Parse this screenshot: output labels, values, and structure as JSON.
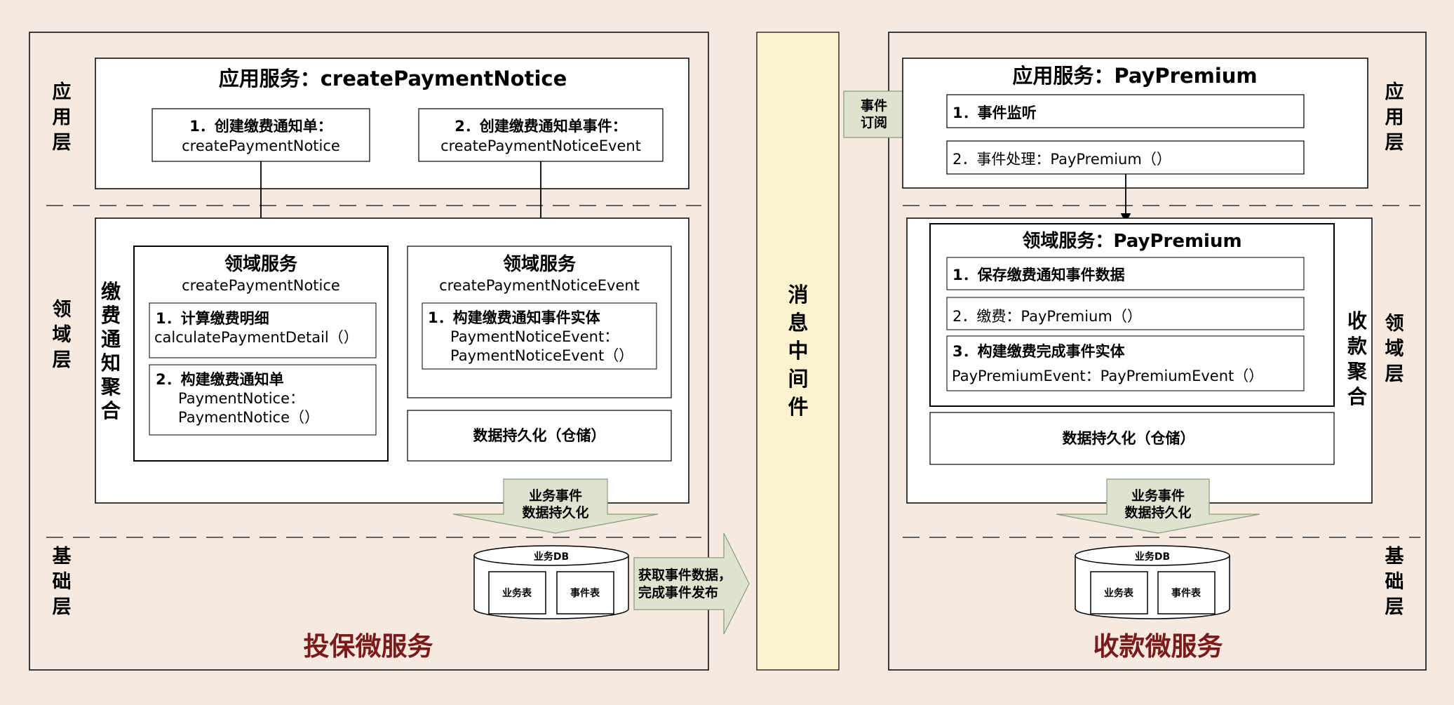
{
  "colors": {
    "background": "#f5e9e0",
    "box_fill": "#ffffff",
    "arrow_fill": "#dde3cf",
    "mq_fill": "#fdf2cf",
    "service_title": "#7b1a1a"
  },
  "layers": {
    "app": "应用层",
    "domain": "领域层",
    "infra": "基础层"
  },
  "message_queue": "消息中间件",
  "left": {
    "service_name": "投保微服务",
    "app_service_title": "应用服务：createPaymentNotice",
    "step1_line1": "1．创建缴费通知单：",
    "step1_line2": "createPaymentNotice",
    "step2_line1": "2．创建缴费通知单事件：",
    "step2_line2": "createPaymentNoticeEvent",
    "aggregate_label": "缴费通知聚合",
    "ds1_title": "领域服务",
    "ds1_sub": "createPaymentNotice",
    "ds1_item1_line1": "1．计算缴费明细",
    "ds1_item1_line2": "calculatePaymentDetail（）",
    "ds1_item2_line1": "2．构建缴费通知单",
    "ds1_item2_line2": "PaymentNotice：",
    "ds1_item2_line3": "PaymentNotice（）",
    "ds2_title": "领域服务",
    "ds2_sub": "createPaymentNoticeEvent",
    "ds2_item1_line1": "1．构建缴费通知事件实体",
    "ds2_item1_line2": "PaymentNoticeEvent：",
    "ds2_item1_line3": "PaymentNoticeEvent（）",
    "persistence": "数据持久化（仓储）",
    "event_persist_line1": "业务事件",
    "event_persist_line2": "数据持久化",
    "db_title": "业务DB",
    "db_table1": "业务表",
    "db_table2": "事件表",
    "publish_line1": "获取事件数据，",
    "publish_line2": "完成事件发布"
  },
  "right": {
    "service_name": "收款微服务",
    "app_service_title": "应用服务：PayPremium",
    "subscribe_line1": "事件",
    "subscribe_line2": "订阅",
    "step1": "1．事件监听",
    "step2": "2．事件处理：PayPremium（）",
    "aggregate_label": "收款聚合",
    "ds_title": "领域服务：PayPremium",
    "ds_item1": "1．保存缴费通知事件数据",
    "ds_item2": "2．缴费：PayPremium（）",
    "ds_item3_line1": "3．构建缴费完成事件实体",
    "ds_item3_line2": "PayPremiumEvent：PayPremiumEvent（）",
    "persistence": "数据持久化（仓储）",
    "event_persist_line1": "业务事件",
    "event_persist_line2": "数据持久化",
    "db_title": "业务DB",
    "db_table1": "业务表",
    "db_table2": "事件表"
  }
}
